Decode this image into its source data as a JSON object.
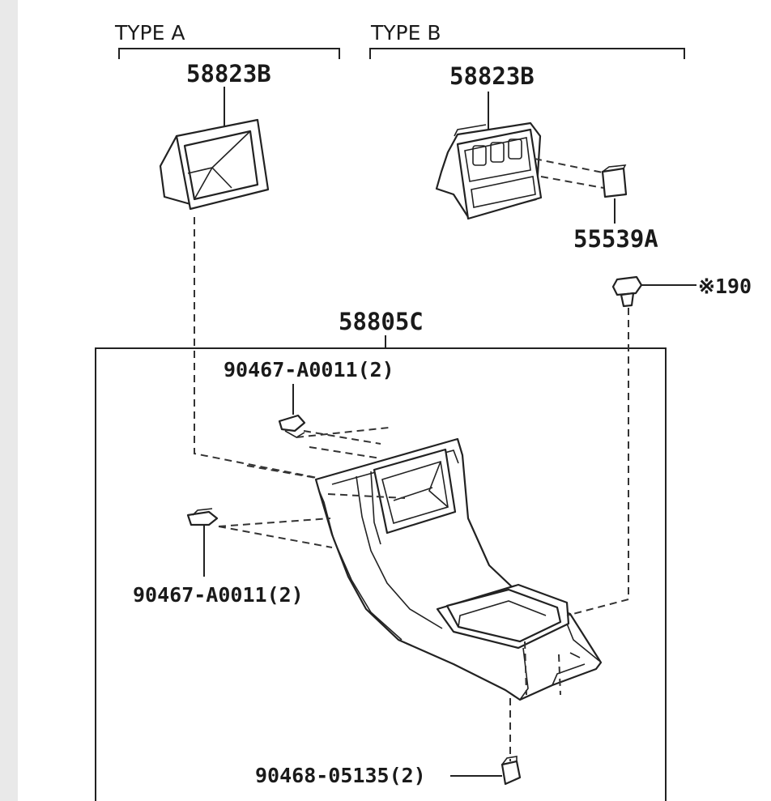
{
  "diagram": {
    "groups": {
      "type_a": "TYPE A",
      "type_b": "TYPE B"
    },
    "labels": {
      "type_a_panel": "58823B",
      "type_b_panel": "58823B",
      "connector": "55539A",
      "clip_right": "※190",
      "console_box": "58805C",
      "clip_top": "90467-A0011(2)",
      "clip_left": "90467-A0011(2)",
      "screw_bottom": "90468-05135(2)"
    }
  }
}
